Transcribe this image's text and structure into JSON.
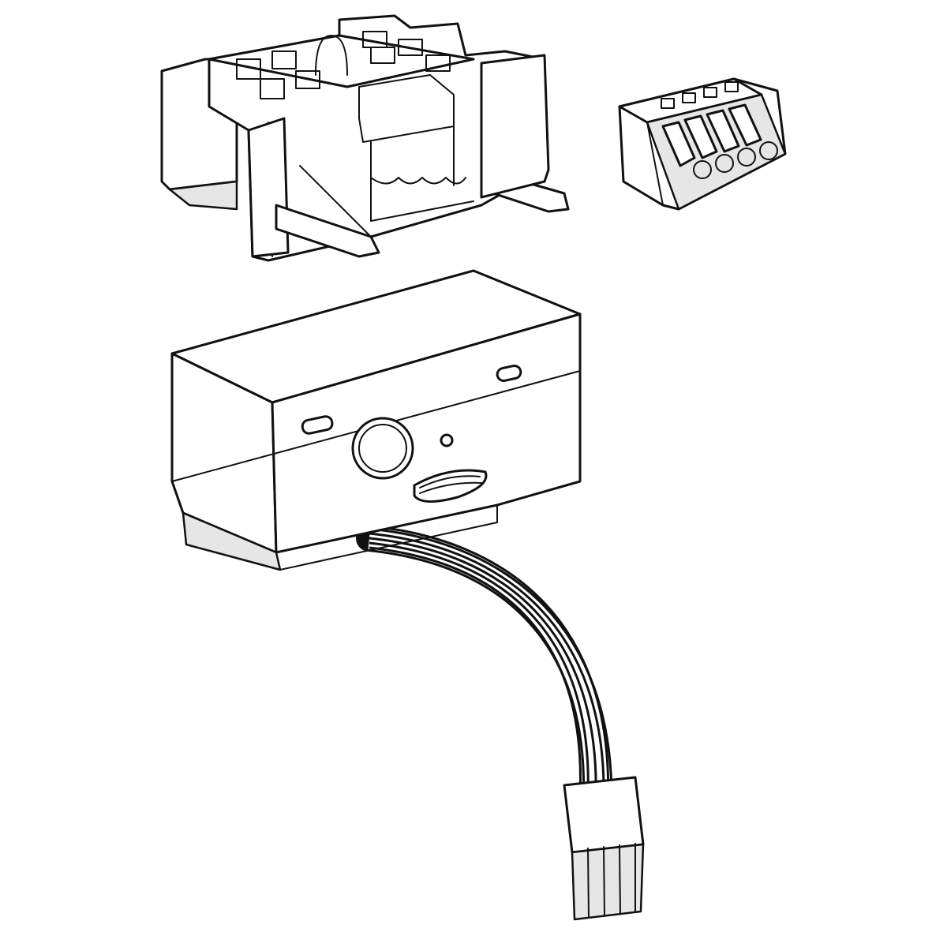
{
  "drawing": {
    "colors": {
      "line": "#111111",
      "background": "#ffffff",
      "shade": "#e6e6e6"
    },
    "parts": [
      "mounting-bracket",
      "terminal-block-connector",
      "sensor-module",
      "connection-cable"
    ]
  }
}
